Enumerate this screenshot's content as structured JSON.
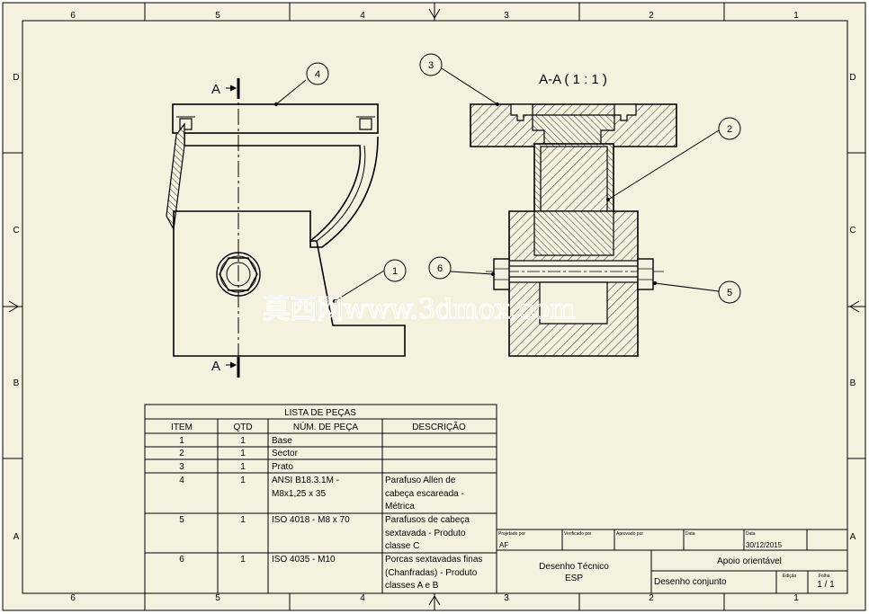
{
  "zones": {
    "columns": [
      "6",
      "5",
      "4",
      "3",
      "2",
      "1"
    ],
    "rows": [
      "D",
      "C",
      "B",
      "A"
    ]
  },
  "section": {
    "cut_label": "A",
    "view_title": "A-A ( 1 : 1 )"
  },
  "balloons": [
    "1",
    "2",
    "3",
    "4",
    "5",
    "6"
  ],
  "parts_list": {
    "title": "LISTA DE PEÇAS",
    "headers": [
      "ITEM",
      "QTD",
      "NÚM. DE PEÇA",
      "DESCRIÇÃO"
    ],
    "rows": [
      {
        "item": "1",
        "qty": "1",
        "part": [
          "Base"
        ],
        "desc": []
      },
      {
        "item": "2",
        "qty": "1",
        "part": [
          "Sector"
        ],
        "desc": []
      },
      {
        "item": "3",
        "qty": "1",
        "part": [
          "Prato"
        ],
        "desc": []
      },
      {
        "item": "4",
        "qty": "1",
        "part": [
          "ANSI B18.3.1M -",
          "M8x1,25 x 35"
        ],
        "desc": [
          "Parafuso Allen de",
          "cabeça escareada -",
          "Métrica"
        ]
      },
      {
        "item": "5",
        "qty": "1",
        "part": [
          "ISO 4018 - M8 x 70"
        ],
        "desc": [
          "Parafusos de cabeça",
          "sextavada - Produto",
          "classe C"
        ]
      },
      {
        "item": "6",
        "qty": "1",
        "part": [
          "ISO 4035 - M10"
        ],
        "desc": [
          "Porcas sextavadas finas",
          "(Chanfradas) - Produto",
          "classes A e B"
        ]
      }
    ]
  },
  "title_block": {
    "designed_by_label": "Projetado por",
    "designed_by": "AF",
    "checked_by_label": "Verificado por",
    "approved_by_label": "Aprovado por",
    "date_label_1": "Data",
    "date_label_2": "Data",
    "date": "30/12/2015",
    "school_line1": "Desenho Técnico",
    "school_line2": "ESP",
    "title": "Apoio orientável",
    "subtitle": "Desenho conjunto",
    "edition_label": "Edição",
    "sheet_label": "Folha",
    "sheet": "1 / 1"
  },
  "watermark": "莫西网www.3dmox.com"
}
